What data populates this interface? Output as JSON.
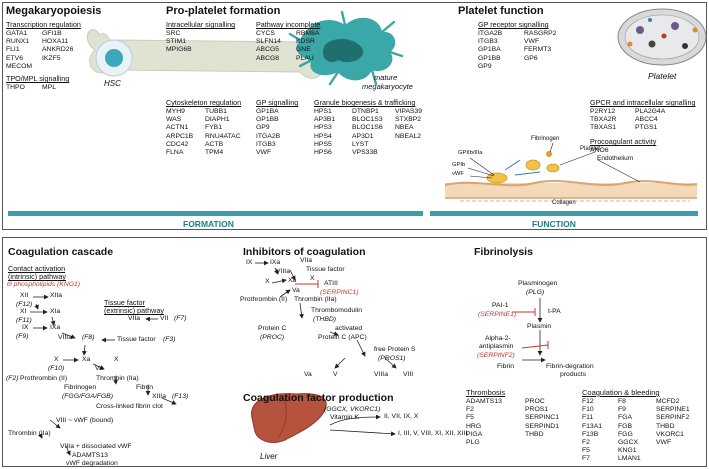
{
  "top": {
    "megakaryopoiesis": {
      "title": "Megakaryopoiesis",
      "transcription_title": "Transcription regulation",
      "transcription_col1": [
        "GATA1",
        "RUNX1",
        "FLI1",
        "ETV6",
        "MECOM"
      ],
      "transcription_col2": [
        "GFI1B",
        "HOXA11",
        "ANKRD26",
        "IKZF5"
      ],
      "tpo_title": "TPO/MPL signalling",
      "tpo_genes": [
        "THPO",
        "MPL"
      ]
    },
    "hsc_label": "HSC",
    "mature_label_1": "mature",
    "mature_label_2": "megakaryocyte",
    "proplatelet": {
      "title": "Pro-platelet formation",
      "intracellular_title": "Intracellular signalling",
      "intracellular_genes": [
        "SRC",
        "STIM1",
        "MPIG6B"
      ],
      "pathway_title": "Pathway incomplete",
      "pathway_col1": [
        "CYCS",
        "SLFN14",
        "ABCG5",
        "ABCG8"
      ],
      "pathway_col2": [
        "RBM8A",
        "KDSR",
        "GNE",
        "PLAU"
      ],
      "cytoskeleton_title": "Cytoskeleton regulation",
      "cytoskeleton_col1": [
        "MYH9",
        "WAS",
        "ACTN1",
        "ARPC1B",
        "CDC42",
        "FLNA"
      ],
      "cytoskeleton_col2": [
        "TUBB1",
        "DIAPH1",
        "FYB1",
        "RNU4ATAC",
        "ACTB",
        "TPM4"
      ],
      "gp_title": "GP signalling",
      "gp_genes": [
        "GP1BA",
        "GP1BB",
        "GP9",
        "ITGA2B",
        "ITGB3",
        "VWF"
      ],
      "granule_title": "Granule biogenesis & trafficking",
      "granule_col1": [
        "HPS1",
        "AP3B1",
        "HPS3",
        "HPS4",
        "HPS5",
        "HPS6"
      ],
      "granule_col2": [
        "DTNBP1",
        "BLOC1S3",
        "BLOC1S6",
        "AP3D1",
        "LYST",
        "VPS33B"
      ],
      "granule_col3": [
        "VIPAS39",
        "STXBP2",
        "NBEA",
        "NBEAL2"
      ]
    },
    "platelet_function": {
      "title": "Platelet function",
      "gp_receptor_title": "GP receptor signalling",
      "gp_receptor_col1": [
        "ITGA2B",
        "ITGB3",
        "GP1BA",
        "GP1BB",
        "GP9"
      ],
      "gp_receptor_col2": [
        "RASGRP2",
        "VWF",
        "FERMT3",
        "GP6"
      ],
      "platelet_label": "Platelet",
      "gpcr_title": "GPCR and intracellular signalling",
      "gpcr_col1": [
        "P2RY12",
        "TBXA2R",
        "TBXAS1"
      ],
      "gpcr_col2": [
        "PLA2G4A",
        "ABCC4",
        "PTGS1"
      ],
      "procoag_title": "Procoagulant activity",
      "procoag_genes": [
        "ANO6"
      ],
      "diagram_labels": {
        "fibrinogen": "Fibrinogen",
        "platelet": "Platelet",
        "gpiib": "GPIIb/IIIa",
        "gpib": "GPIb",
        "vwf": "vWF",
        "endothelium": "Endothelium",
        "collagen": "Collagen"
      }
    },
    "bar_formation": "FORMATION",
    "bar_function": "FUNCTION",
    "colors": {
      "bar": "#3a9fa8",
      "bone": "#dfe3d2",
      "hsc": "#3aa8b8",
      "mk": "#3aa8a8",
      "red": "#c0392b"
    }
  },
  "bottom": {
    "cascade": {
      "title": "Coagulation cascade",
      "intrinsic_title_1": "Contact activation",
      "intrinsic_title_2": "(intrinsic) pathway",
      "phospholipids": "⊖ phospholipids (KNG1)",
      "extrinsic_title_1": "Tissue factor",
      "extrinsic_title_2": "(extrinsic) pathway",
      "nodes": {
        "xii": "XII",
        "xiia": "XIIa",
        "f12": "(F12)",
        "xi": "XI",
        "xia": "XIa",
        "f11": "(F11)",
        "ix": "IX",
        "ixa": "IXa",
        "f9": "(F9)",
        "viiia": "VIIIa",
        "f8": "(F8)",
        "viia": "VIIa",
        "vii": "VII",
        "f7": "(F7)",
        "tissue_factor": "Tissue factor",
        "f3": "(F3)",
        "x_left": "X",
        "xa": "Xa",
        "x_right": "X",
        "f10": "(F10)",
        "va": "Va",
        "f2": "(F2)",
        "prothrombin": "Prothrombin (II)",
        "thrombin": "Thrombin (IIa)",
        "fibrinogen": "Fibrinogen",
        "fgg": "(FGG/FGA/FGB)",
        "fibrin": "Fibrin",
        "xiiia": "XIIIa",
        "f13": "(F13)",
        "clot": "Cross-linked fibrin clot",
        "viii_vwf": "VIII  ~  vWF (bound)",
        "thrombin2": "Thrombin (IIa)",
        "viiia_vwf": "VIIIa  +  dissociated vWF",
        "adamts13": "ADAMTS13",
        "vwf_deg": "vWF degradation"
      }
    },
    "inhibitors": {
      "title": "Inhibitors of coagulation",
      "nodes": {
        "ix": "IX",
        "ixa": "IXa",
        "viia": "VIIa",
        "viiia": "VIIIa",
        "tissue_factor": "Tissue factor",
        "x_l": "X",
        "xa": "Xa",
        "x_r": "X",
        "atiii": "ATIII",
        "serpinc1": "(SERPINC1)",
        "va": "Va",
        "prothrombin": "Prothrombin (II)",
        "thrombin": "Thrombin (IIa)",
        "thrombomodulin": "Thrombomodulin",
        "thbd": "(THBD)",
        "protein_c": "Protein C",
        "activated": "activated",
        "proc": "(PROC)",
        "protein_c_apc": "Protein C (APC)",
        "free_protein_s": "free Protein S",
        "pros1": "(PROS1)",
        "va2": "Va",
        "v": "V",
        "viiia2": "VIIIa",
        "viii": "VIII"
      }
    },
    "production": {
      "title": "Coagulation factor production",
      "ggcx": "(GGCX, VKORC1)",
      "vitk": "Vitamin K",
      "out1": "II, VII, IX, X",
      "out2": "I, III, V, VIII, XI,  XII, XIII",
      "liver": "Liver"
    },
    "fibrinolysis": {
      "title": "Fibrinolysis",
      "plasminogen": "Plasminogen",
      "plg": "(PLG)",
      "pai1": "PAI-1",
      "serpine1": "(SERPINE1)",
      "tpa": "t-PA",
      "plasmin": "Plasmin",
      "alpha2_1": "Alpha-2-",
      "alpha2_2": "antiplasmin",
      "serpinf2": "(SERPINF2)",
      "fibrin": "Fibrin",
      "products_1": "Fibrin-degration",
      "products_2": "products"
    },
    "thrombosis": {
      "title": "Thrombosis",
      "col1": [
        "ADAMTS13",
        "F2",
        "F5",
        "HRG",
        "PIGA",
        "PLG"
      ],
      "col2": [
        "PROC",
        "PROS1",
        "SERPINC1",
        "SERPIND1",
        "THBD"
      ]
    },
    "bleeding": {
      "title": "Coagulation & bleeding",
      "col1": [
        "F12",
        "F10",
        "F11",
        "F13A1",
        "F13B",
        "F2",
        "F5",
        "F7"
      ],
      "col2": [
        "F8",
        "F9",
        "FGA",
        "FGB",
        "FGG",
        "GGCX",
        "KNG1",
        "LMAN1"
      ],
      "col3": [
        "MCFD2",
        "SERPINE1",
        "SERPINF2",
        "THBD",
        "VKORC1",
        "VWF"
      ]
    }
  }
}
